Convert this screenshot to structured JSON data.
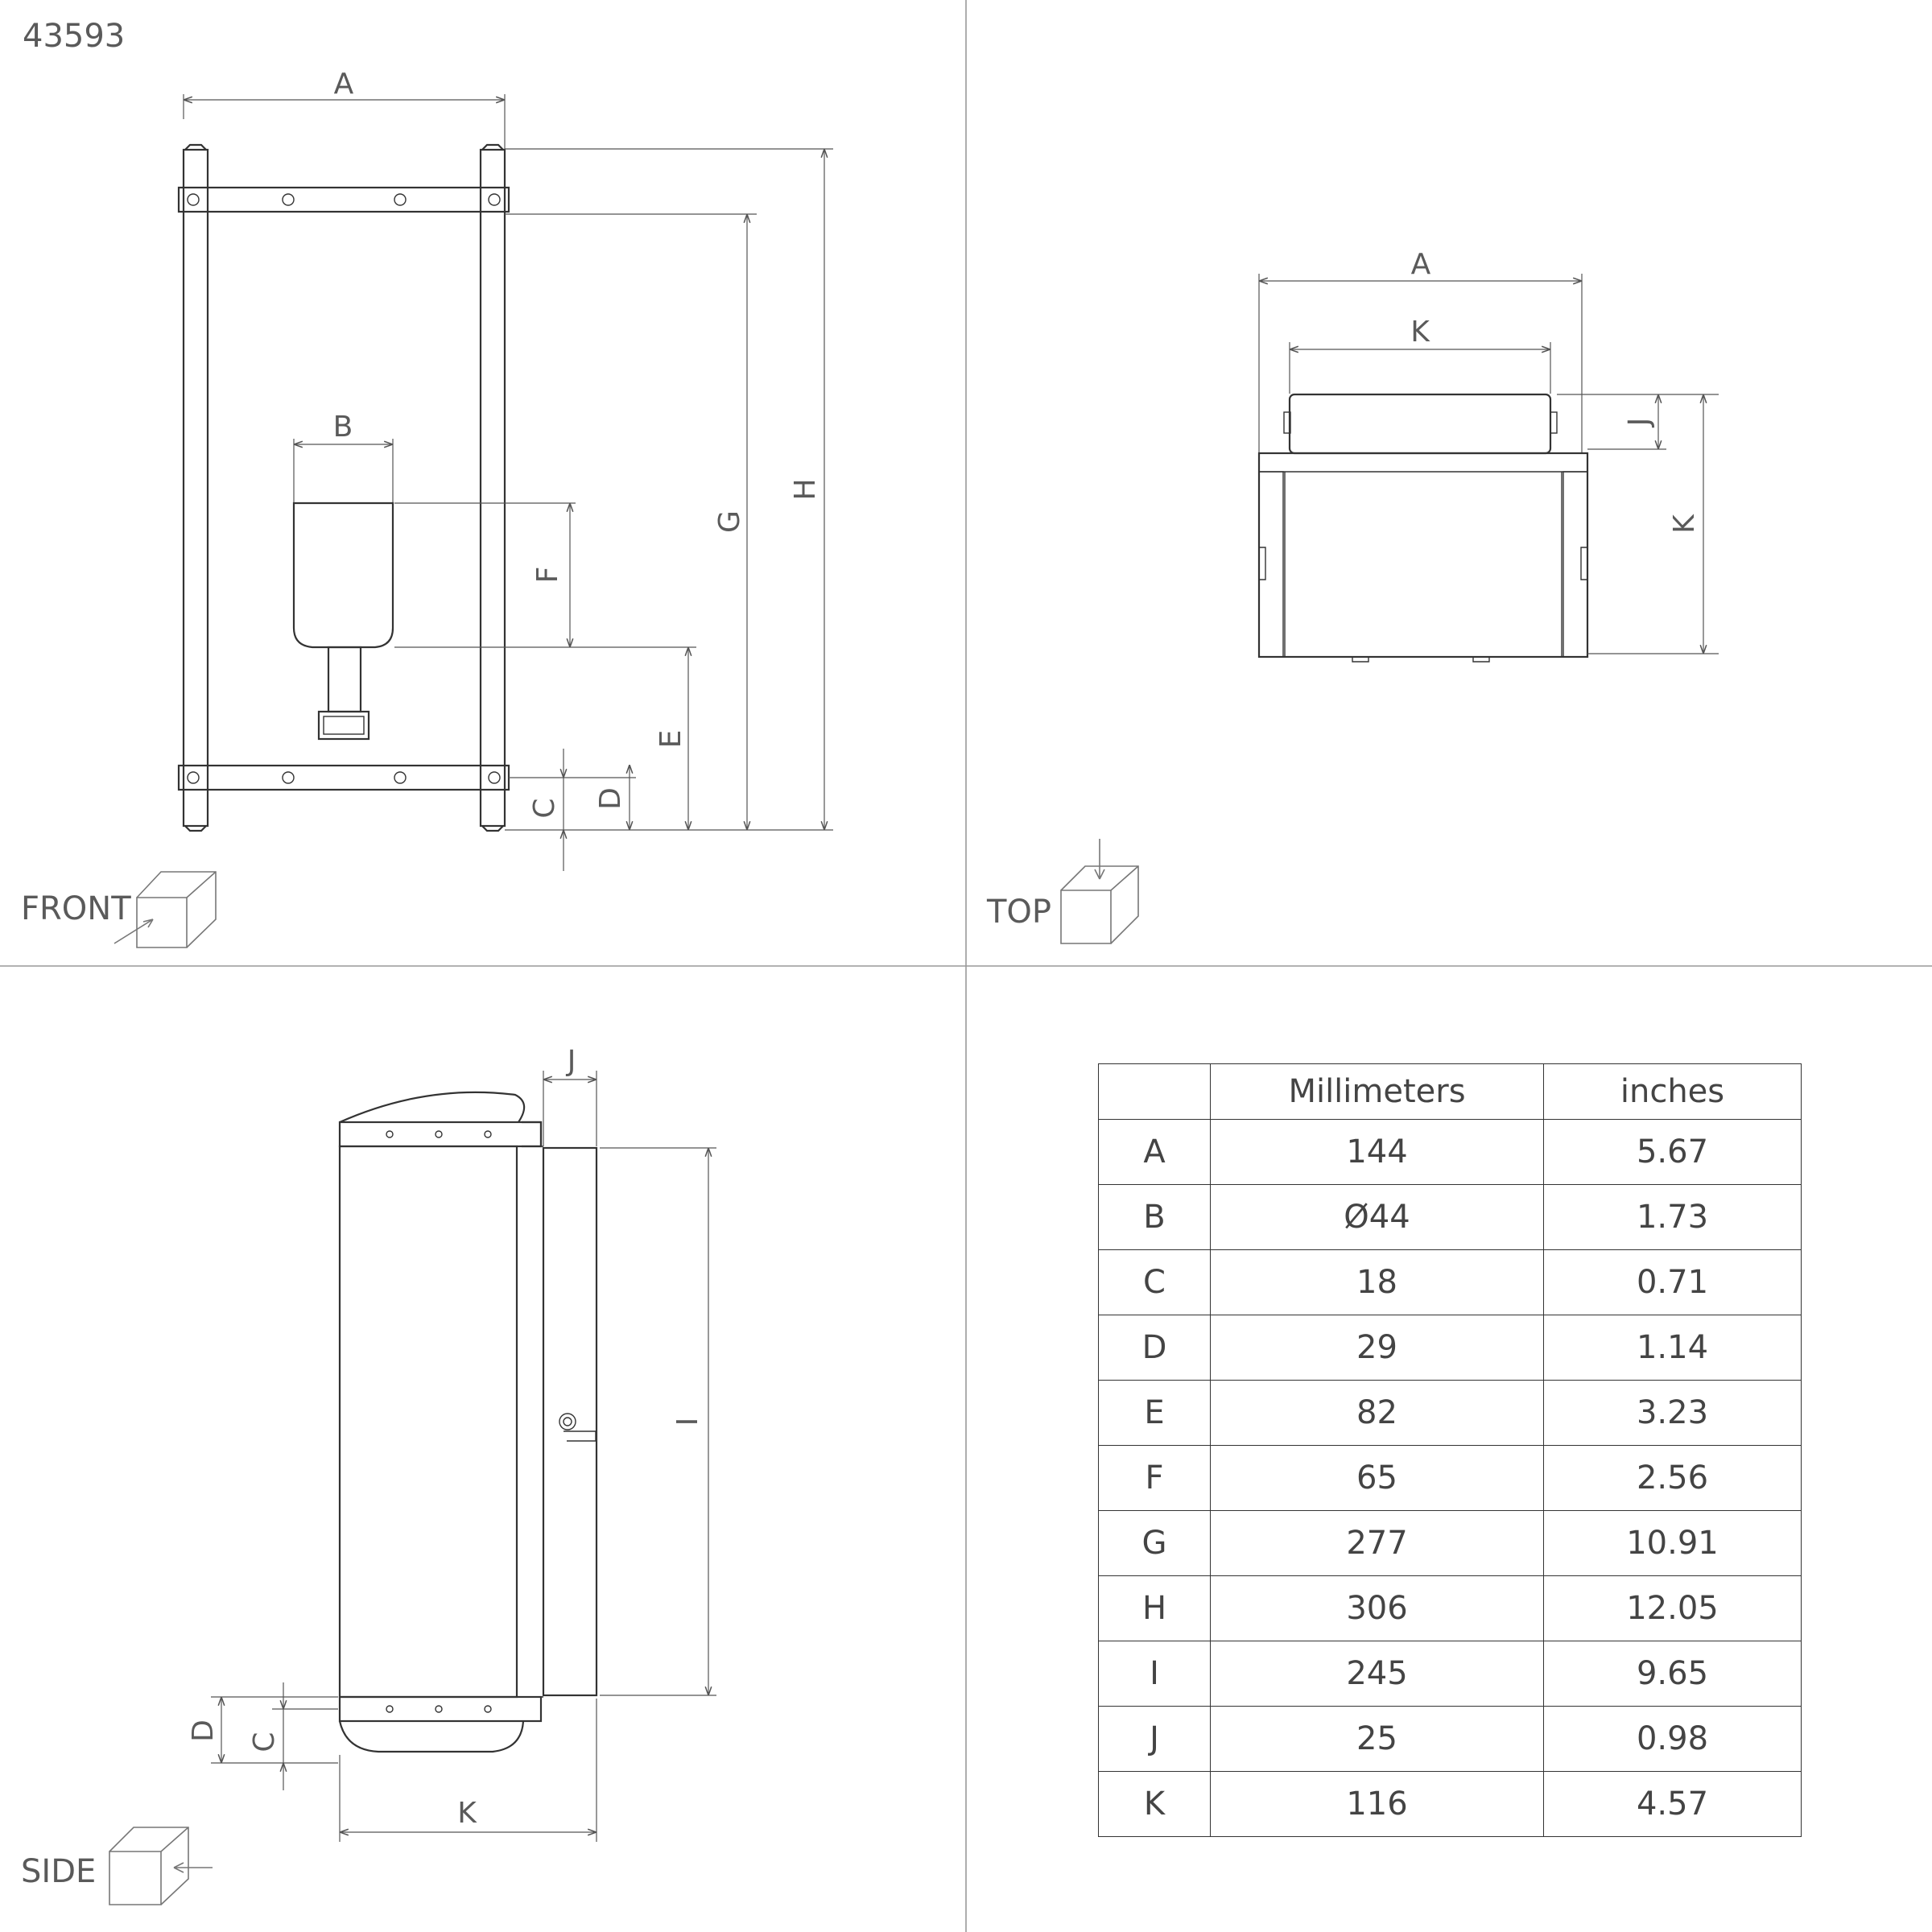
{
  "article_number": "43593",
  "views": {
    "front": "FRONT",
    "top": "TOP",
    "side": "SIDE"
  },
  "dimension_labels": {
    "a": "A",
    "b": "B",
    "c": "C",
    "d": "D",
    "e": "E",
    "f": "F",
    "g": "G",
    "h": "H",
    "i": "I",
    "j": "J",
    "k": "K"
  },
  "table": {
    "headers": [
      "",
      "Millimeters",
      "inches"
    ],
    "rows": [
      {
        "key": "A",
        "mm": "144",
        "inch": "5.67"
      },
      {
        "key": "B",
        "mm": "Ø44",
        "inch": "1.73"
      },
      {
        "key": "C",
        "mm": "18",
        "inch": "0.71"
      },
      {
        "key": "D",
        "mm": "29",
        "inch": "1.14"
      },
      {
        "key": "E",
        "mm": "82",
        "inch": "3.23"
      },
      {
        "key": "F",
        "mm": "65",
        "inch": "2.56"
      },
      {
        "key": "G",
        "mm": "277",
        "inch": "10.91"
      },
      {
        "key": "H",
        "mm": "306",
        "inch": "12.05"
      },
      {
        "key": "I",
        "mm": "245",
        "inch": "9.65"
      },
      {
        "key": "J",
        "mm": "25",
        "inch": "0.98"
      },
      {
        "key": "K",
        "mm": "116",
        "inch": "4.57"
      }
    ]
  }
}
